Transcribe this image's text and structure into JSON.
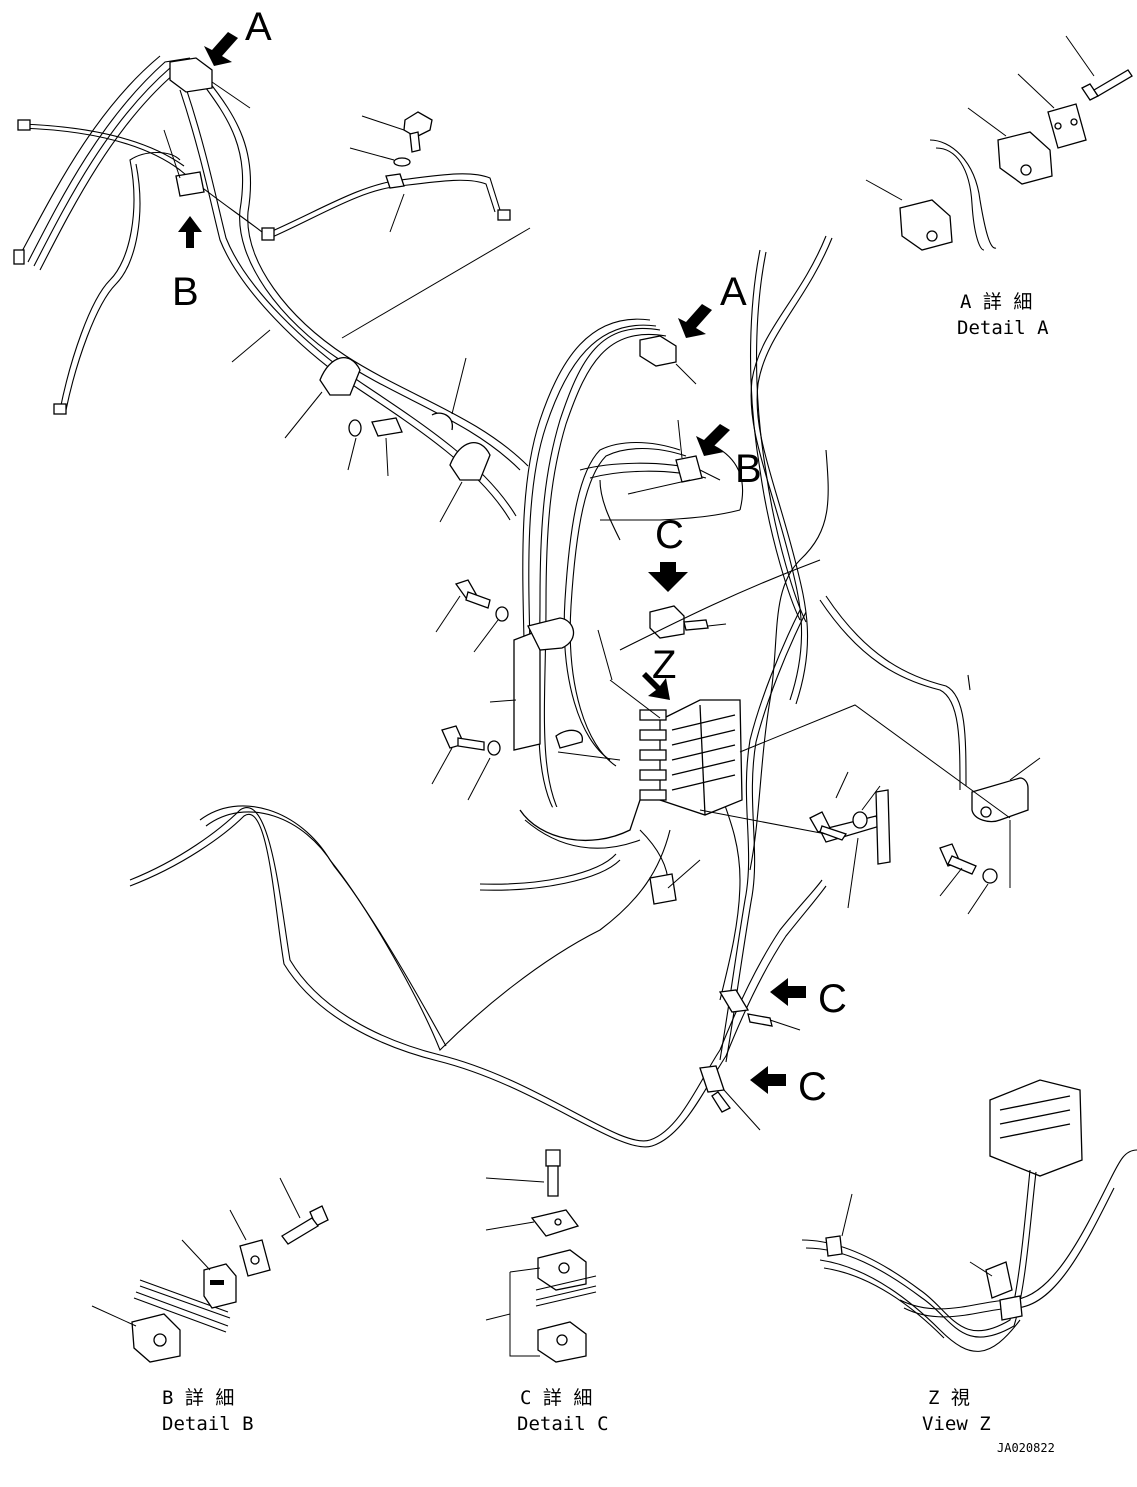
{
  "callouts": {
    "a_top": "A",
    "b_left": "B",
    "a_center": "A",
    "b_center": "B",
    "c_center": "C",
    "z_center": "Z",
    "c_lower_1": "C",
    "c_lower_2": "C"
  },
  "details": {
    "a": {
      "jp": "A 詳 細",
      "en": "Detail A"
    },
    "b": {
      "jp": "B 詳 細",
      "en": "Detail B"
    },
    "c": {
      "jp": "C 詳 細",
      "en": "Detail C"
    },
    "z": {
      "jp": "Z 視",
      "en": "View Z"
    }
  },
  "drawing_code": "JA020822"
}
